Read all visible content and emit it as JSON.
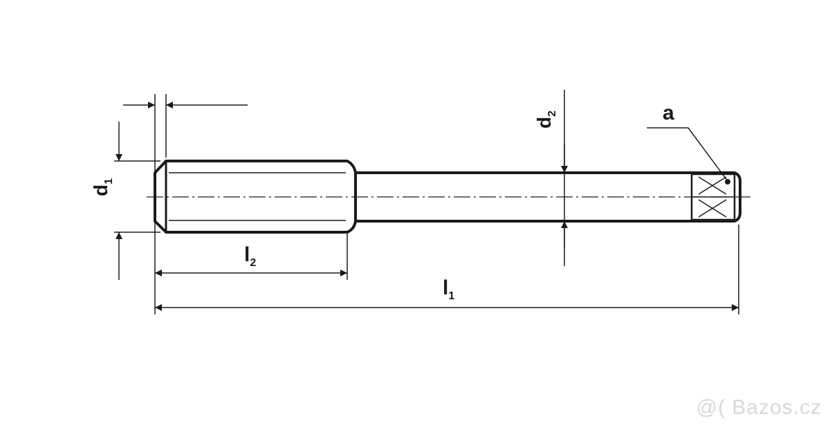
{
  "labels": {
    "d1": "d",
    "d1_sub": "1",
    "d2": "d",
    "d2_sub": "2",
    "l1": "l",
    "l1_sub": "1",
    "l2": "l",
    "l2_sub": "2",
    "a": "a"
  },
  "watermark": "@( Bazos.cz"
}
